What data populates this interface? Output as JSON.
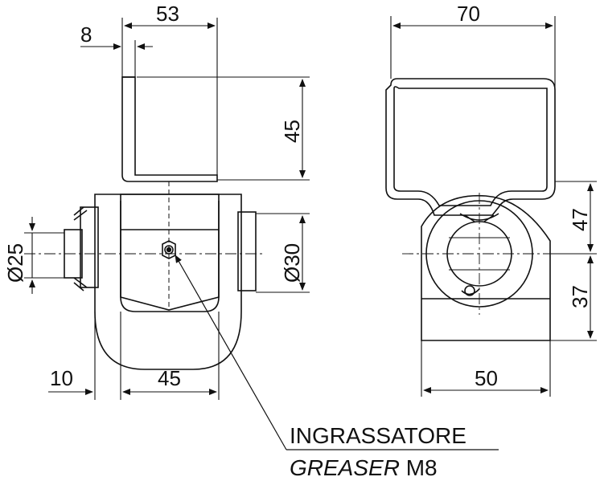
{
  "drawing": {
    "left_view": {
      "dim_53": "53",
      "dim_8": "8",
      "dim_45_vertical": "45",
      "dim_d25": "Ø25",
      "dim_d30": "Ø30",
      "dim_10": "10",
      "dim_45_horizontal": "45"
    },
    "right_view": {
      "dim_70": "70",
      "dim_47": "47",
      "dim_37": "37",
      "dim_50": "50"
    },
    "callout": {
      "label_it": "INGRASSATORE",
      "label_en_italic": "GREASER",
      "label_en_suffix": " M8"
    }
  }
}
